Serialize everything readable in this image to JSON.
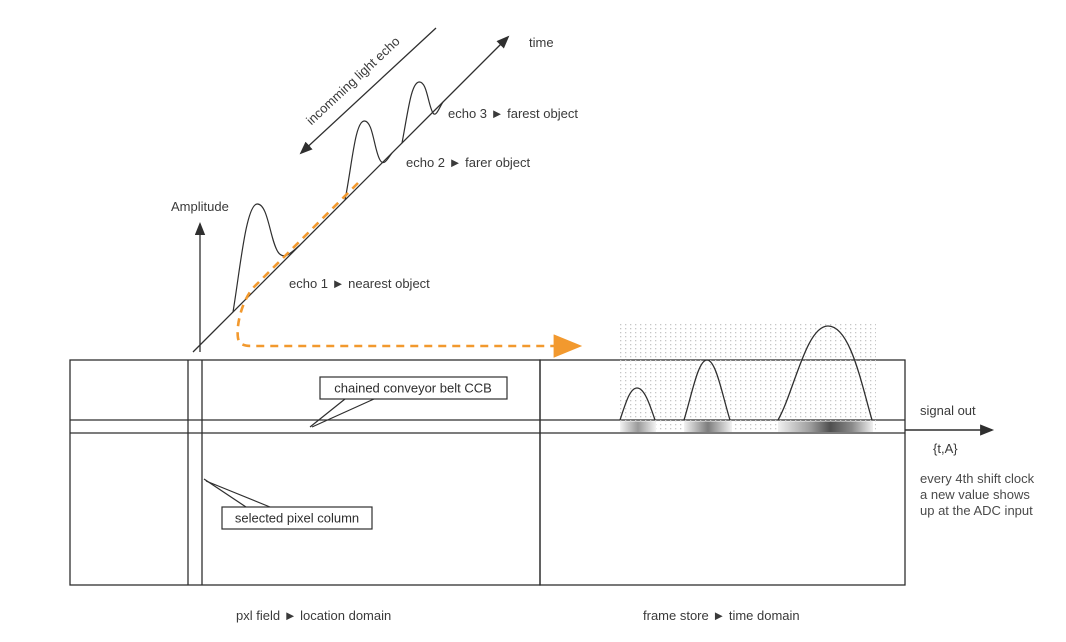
{
  "colors": {
    "line": "#2f2f2f",
    "text": "#3a3a3a",
    "orange": "#f2992e",
    "dots": "#c6c6c6"
  },
  "axes": {
    "amplitude_label": "Amplitude",
    "time_label": "time",
    "incoming_label": "incomming light echo"
  },
  "echoes": {
    "echo1": "echo 1  ►  nearest object",
    "echo2": "echo 2 ►  farer object",
    "echo3": "echo 3 ►  farest object"
  },
  "callouts": {
    "ccb": "chained conveyor belt CCB",
    "pixel_column": "selected pixel column"
  },
  "output": {
    "signal_out": "signal out",
    "tuple": "{t,A}",
    "note_line1": "every 4th shift clock",
    "note_line2": "a new value shows",
    "note_line3": "up at the ADC input"
  },
  "footers": {
    "pxl_field": "pxl field  ►  location domain",
    "frame_store": "frame store  ►  time domain"
  }
}
